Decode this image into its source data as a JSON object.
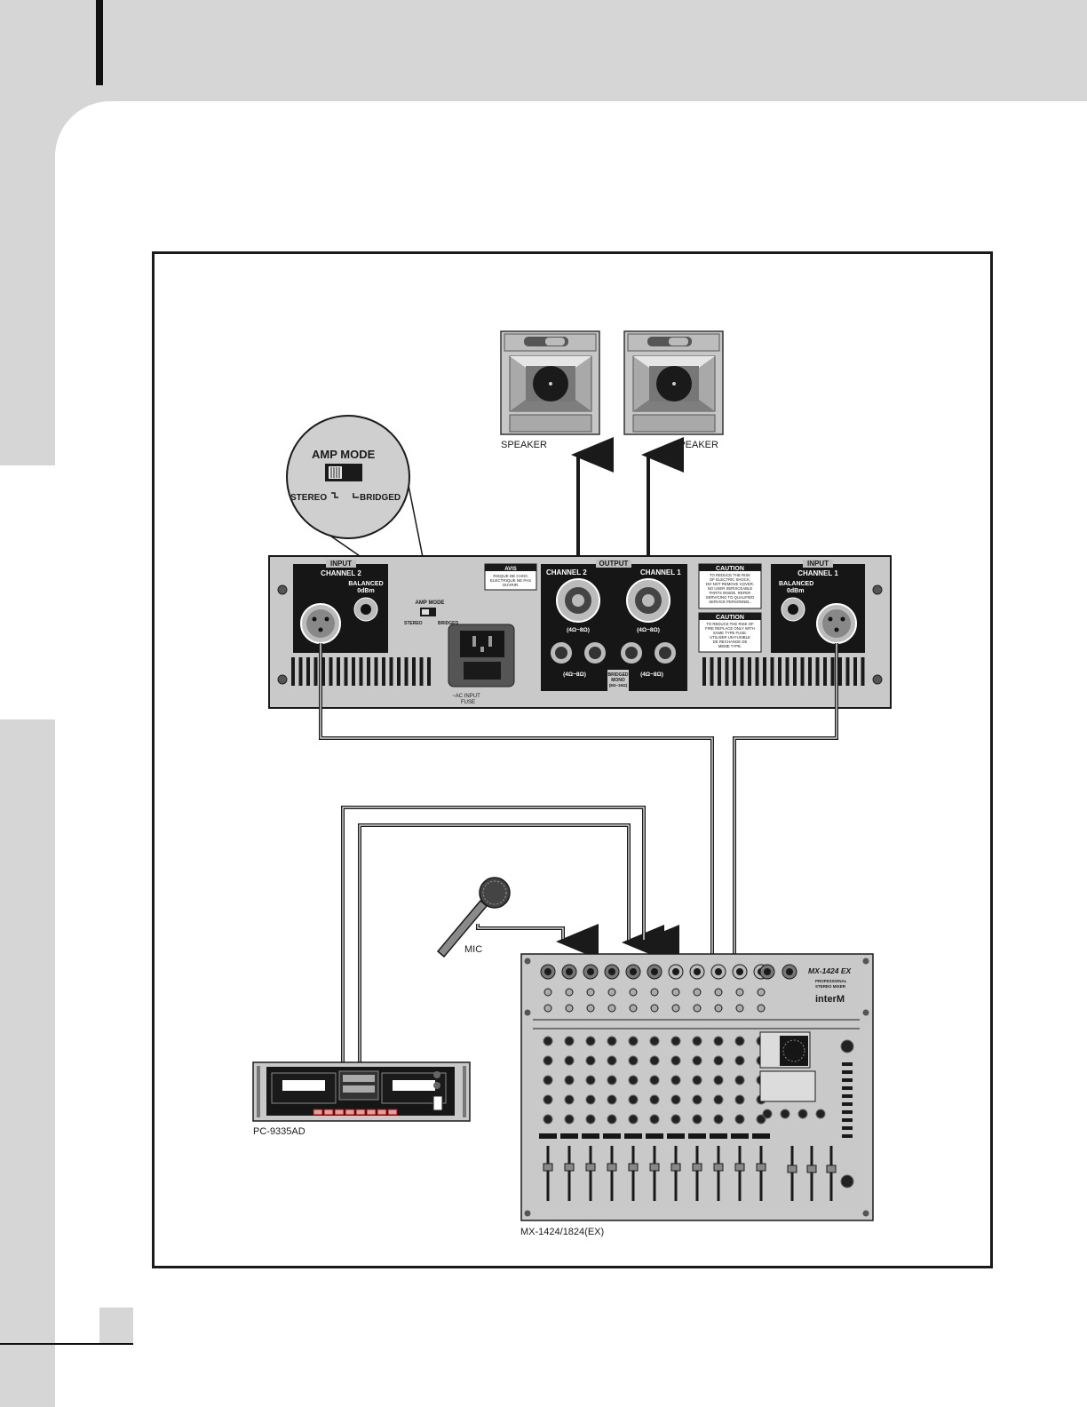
{
  "speakers": {
    "left_label": "SPEAKER",
    "right_label": "SPEAKER"
  },
  "amp_mode_inset": {
    "title": "AMP MODE",
    "stereo": "STEREO",
    "bridged": "BRIDGED"
  },
  "amp": {
    "input_left": {
      "tag": "INPUT",
      "channel": "CHANNEL 2",
      "balanced": "BALANCED",
      "level": "0dBm"
    },
    "input_right": {
      "tag": "INPUT",
      "channel": "CHANNEL 1",
      "balanced": "BALANCED",
      "level": "0dBm"
    },
    "mode_switch": {
      "title": "AMP MODE",
      "stereo": "STEREO",
      "bridged": "BRIDGED"
    },
    "avis": {
      "title": "AVIS",
      "lines": [
        "RISQUE DE CHOC",
        "ELECTRIQUE NE PAS",
        "OUVRIR."
      ]
    },
    "output": {
      "tag": "OUTPUT",
      "ch2": "CHANNEL 2",
      "ch1": "CHANNEL 1",
      "ch2_imp": "(4Ω~8Ω)",
      "ch1_imp": "(4Ω~8Ω)",
      "bind_left": "(4Ω~8Ω)",
      "bind_right": "(4Ω~8Ω)",
      "bridged": [
        "BRIDGED",
        "MONO",
        "(8Ω~16Ω)"
      ]
    },
    "caution1": {
      "title": "CAUTION",
      "lines": [
        "TO REDUCE THE RISK",
        "OF ELECTRIC SHOCK,",
        "DO NOT REMOVE COVER.",
        "NO USER SERVICEABLE",
        "PARTS INSIDE. REFER",
        "SERVICING TO QUALIFIED",
        "SERVICE PERSONNEL."
      ]
    },
    "caution2": {
      "title": "CAUTION",
      "lines": [
        "TO REDUCE THE RISK OF",
        "FIRE REPLACE ONLY WITH",
        "SAME TYPE FUSE.",
        "UTILISER UN FUSIBLE",
        "DE RECHANGE DE",
        "MEME TYPE."
      ]
    },
    "ac_input": [
      "~AC INPUT",
      "FUSE"
    ]
  },
  "mic": {
    "label": "MIC"
  },
  "deck": {
    "label": "PC-9335AD"
  },
  "mixer": {
    "label": "MX-1424/1824(EX)",
    "model": "MX-1424 EX",
    "subtitle": [
      "PROFESSIONAL",
      "STEREO MIXER"
    ],
    "brand": "interM"
  },
  "colors": {
    "line": "#1a1a1a",
    "panel": "#c9c9c9",
    "dark": "#161616",
    "page": "#d6d6d6"
  }
}
